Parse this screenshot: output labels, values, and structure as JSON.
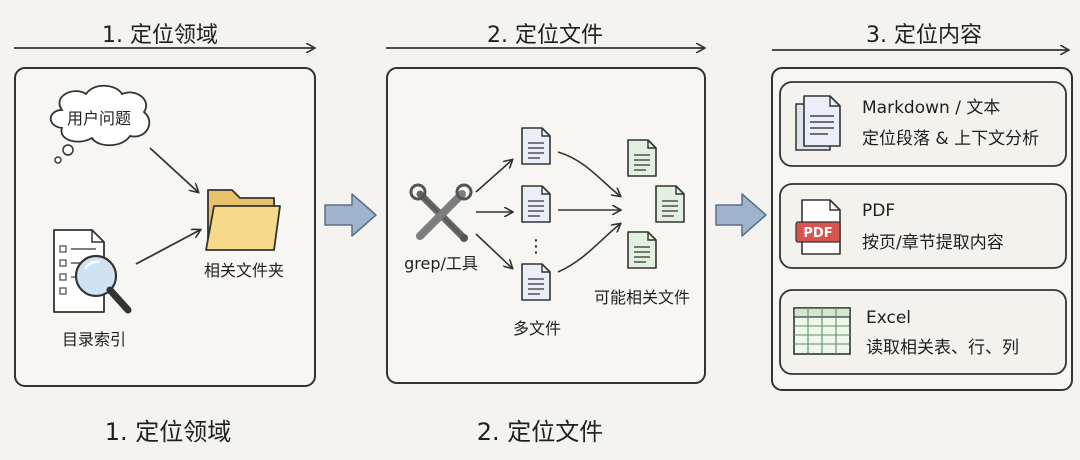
{
  "stages": {
    "stage1": {
      "header": "1. 定位领域",
      "footer": "1. 定位领域"
    },
    "stage2": {
      "header": "2. 定位文件",
      "footer": "2. 定位文件"
    },
    "stage3": {
      "header": "3. 定位内容"
    }
  },
  "panel1": {
    "question": "用户问题",
    "index": "目录索引",
    "folder": "相关文件夹"
  },
  "panel2": {
    "tool": "grep/工具",
    "multi_files": "多文件",
    "ellipsis": "⋮",
    "candidate_files": "可能相关文件"
  },
  "panel3": {
    "cards": [
      {
        "title": "Markdown / 文本",
        "desc": "定位段落 & 上下文分析"
      },
      {
        "title": "PDF",
        "badge": "PDF",
        "desc": "按页/章节提取内容"
      },
      {
        "title": "Excel",
        "desc": "读取相关表、行、列"
      }
    ]
  },
  "colors": {
    "doc_blue": "#e9eef7",
    "doc_green": "#e2f0df",
    "folder": "#f6d98b",
    "pdf_red": "#d9534f",
    "arrow_fill": "#9fb4cc",
    "excel_green": "#cfe8cf"
  }
}
